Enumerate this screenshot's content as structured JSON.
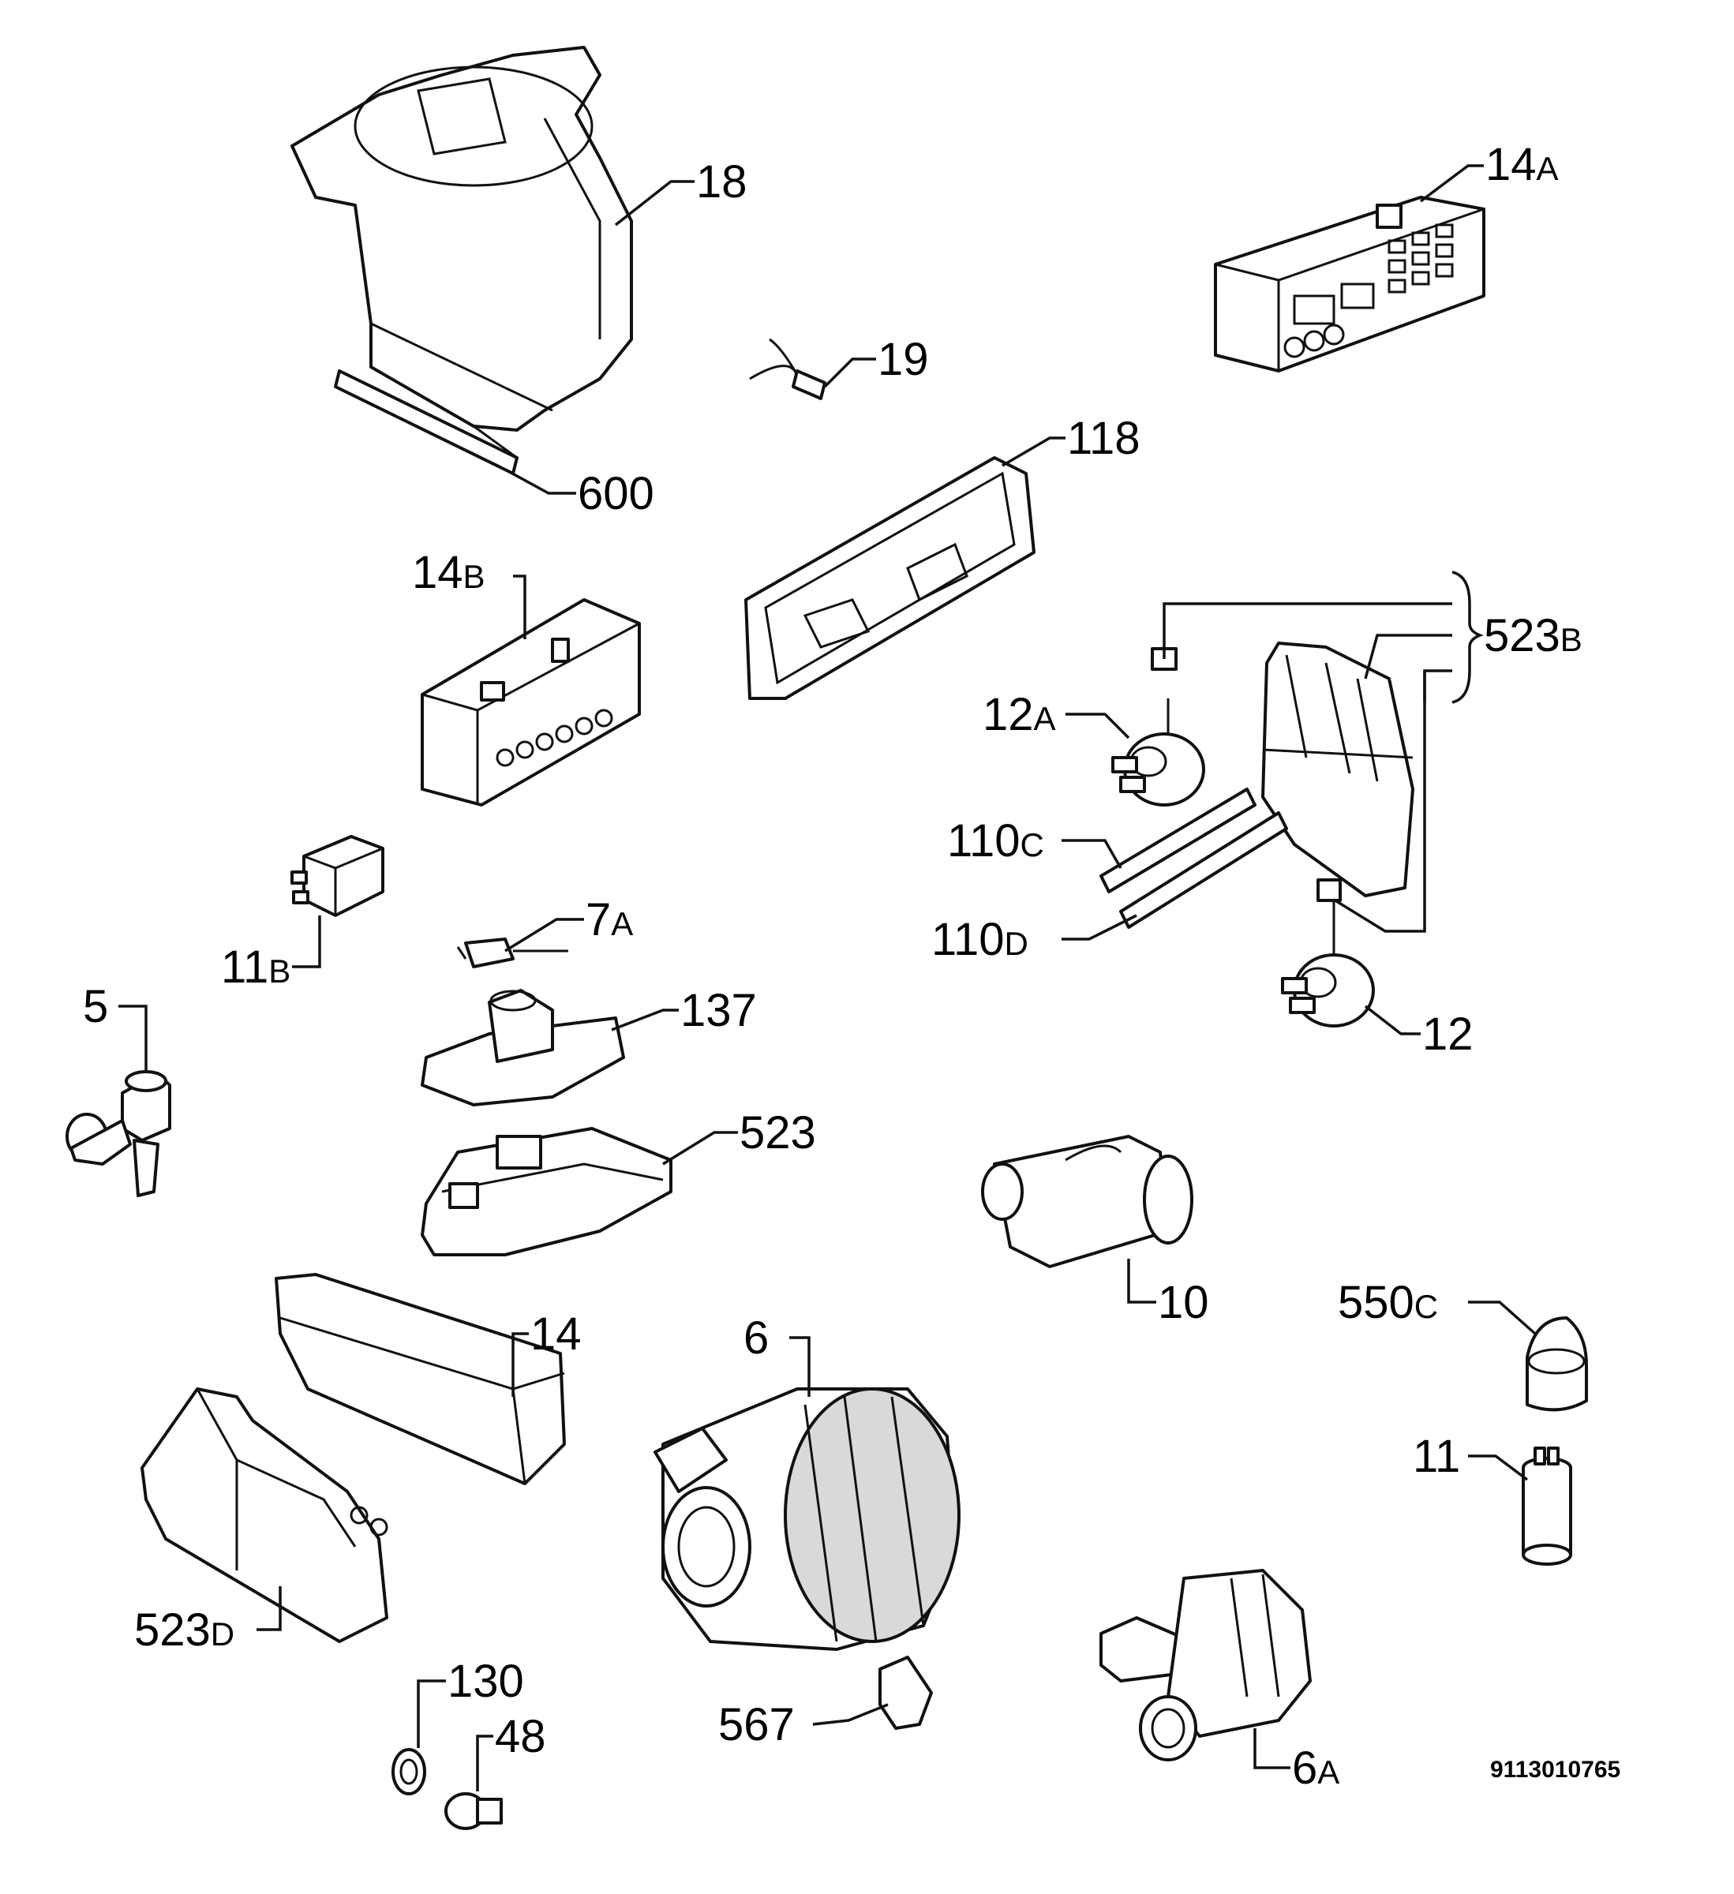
{
  "drawing_number": "9113010765",
  "labels": {
    "p18": {
      "num": "18",
      "sfx": ""
    },
    "p14a": {
      "num": "14",
      "sfx": "A"
    },
    "p19": {
      "num": "19",
      "sfx": ""
    },
    "p600": {
      "num": "600",
      "sfx": ""
    },
    "p118": {
      "num": "118",
      "sfx": ""
    },
    "p14b": {
      "num": "14",
      "sfx": "B"
    },
    "p523b": {
      "num": "523",
      "sfx": "B"
    },
    "p12a": {
      "num": "12",
      "sfx": "A"
    },
    "p110c": {
      "num": "110",
      "sfx": "C"
    },
    "p110d": {
      "num": "110",
      "sfx": "D"
    },
    "p12": {
      "num": "12",
      "sfx": ""
    },
    "p11b": {
      "num": "11",
      "sfx": "B"
    },
    "p7a": {
      "num": "7",
      "sfx": "A"
    },
    "p5": {
      "num": "5",
      "sfx": ""
    },
    "p137": {
      "num": "137",
      "sfx": ""
    },
    "p523": {
      "num": "523",
      "sfx": ""
    },
    "p10": {
      "num": "10",
      "sfx": ""
    },
    "p550c": {
      "num": "550",
      "sfx": "C"
    },
    "p14": {
      "num": "14",
      "sfx": ""
    },
    "p6": {
      "num": "6",
      "sfx": ""
    },
    "p11": {
      "num": "11",
      "sfx": ""
    },
    "p523d": {
      "num": "523",
      "sfx": "D"
    },
    "p130": {
      "num": "130",
      "sfx": ""
    },
    "p48": {
      "num": "48",
      "sfx": ""
    },
    "p567": {
      "num": "567",
      "sfx": ""
    },
    "p6a": {
      "num": "6",
      "sfx": "A"
    }
  }
}
